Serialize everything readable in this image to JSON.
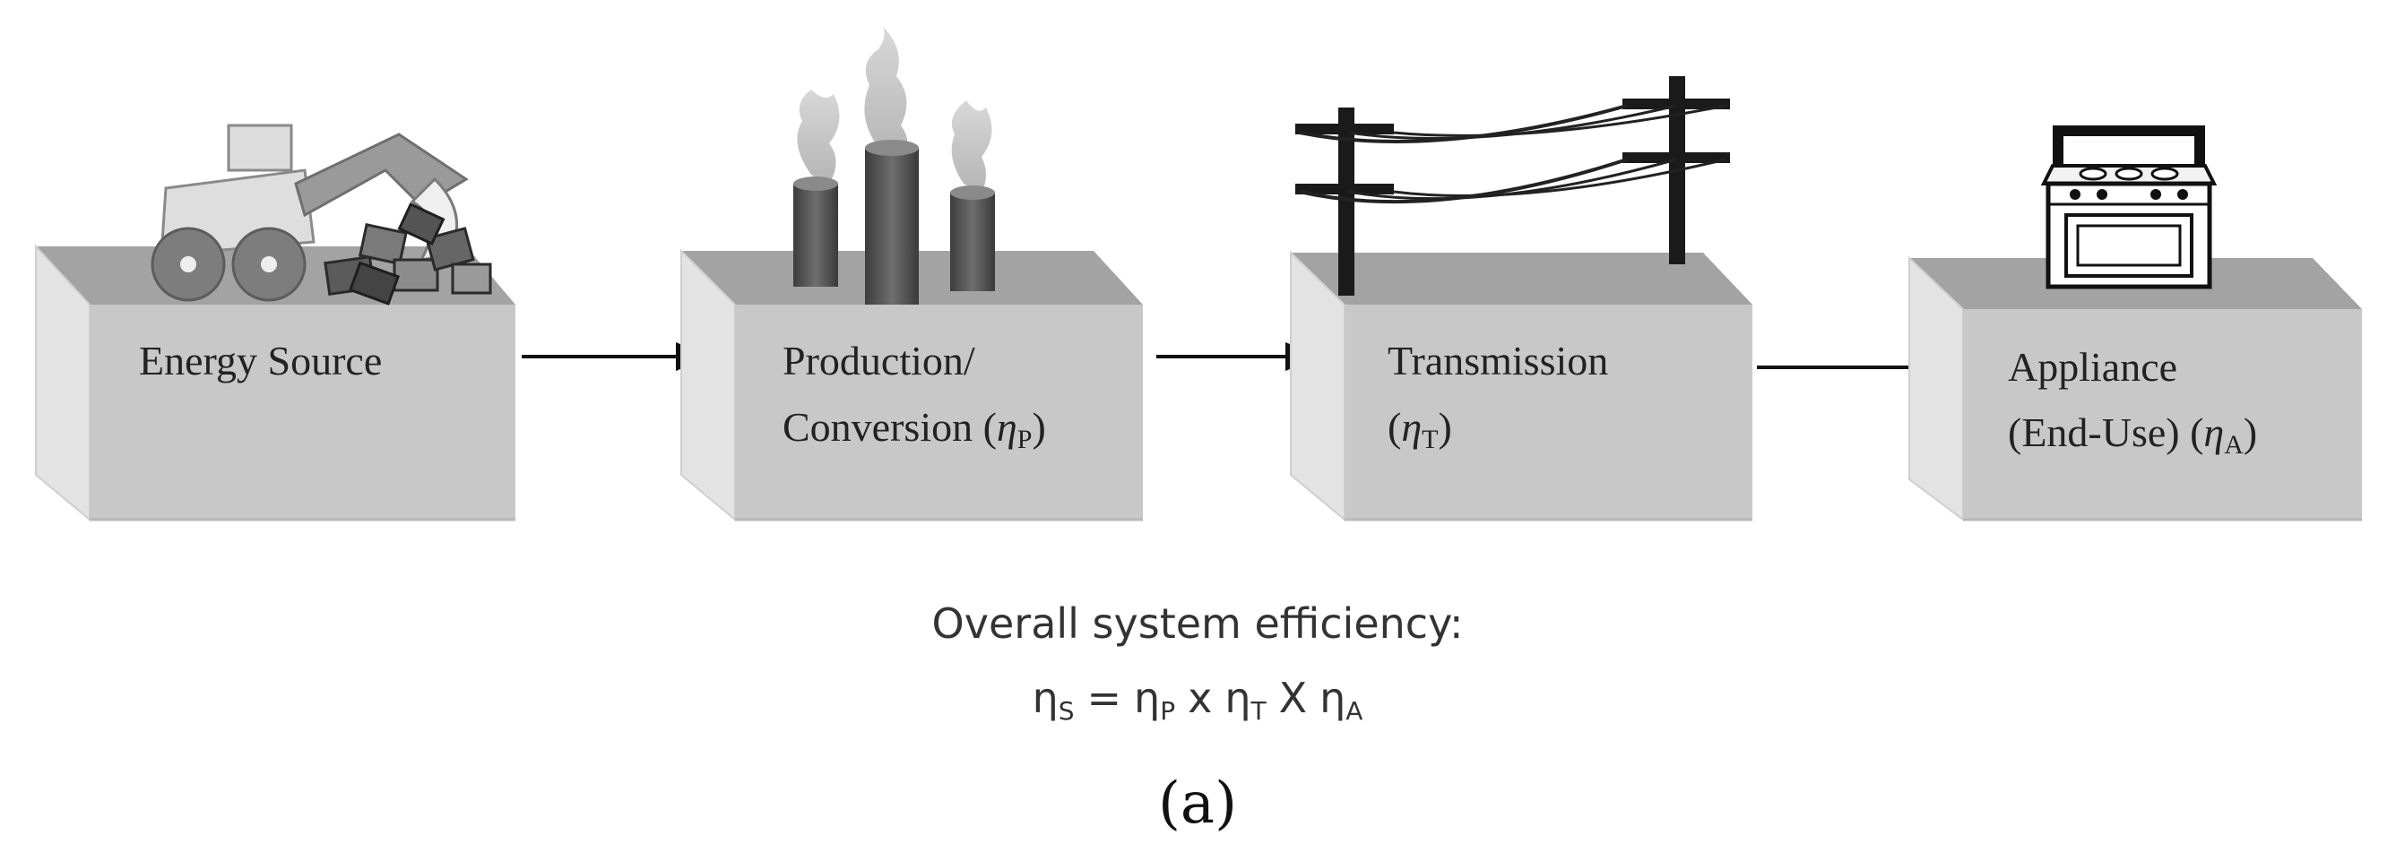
{
  "diagram": {
    "stages": [
      {
        "id": "energy-source",
        "line1": "Energy Source",
        "line2": "",
        "eta_sub": ""
      },
      {
        "id": "production",
        "line1": "Production/",
        "line2": "Conversion (",
        "eta_sub": "P",
        "close": ")"
      },
      {
        "id": "transmission",
        "line1": "Transmission",
        "line2": "(",
        "eta_sub": "T",
        "close": ")"
      },
      {
        "id": "appliance",
        "line1": "Appliance",
        "line2": "(End-Use) (",
        "eta_sub": "A",
        "close": ")"
      }
    ],
    "eta_symbol": "η",
    "caption": {
      "title": "Overall system efficiency:",
      "formula": {
        "lhs_sub": "S",
        "equals": "=",
        "x1": "x",
        "x2": "X",
        "sub_p": "P",
        "sub_t": "T",
        "sub_a": "A"
      }
    },
    "panel_label": "(a)"
  },
  "colors": {
    "box_front": "#c9c9c9",
    "box_top": "#9f9f9f",
    "box_side": "#e2e2e2",
    "arrow": "#111111"
  }
}
